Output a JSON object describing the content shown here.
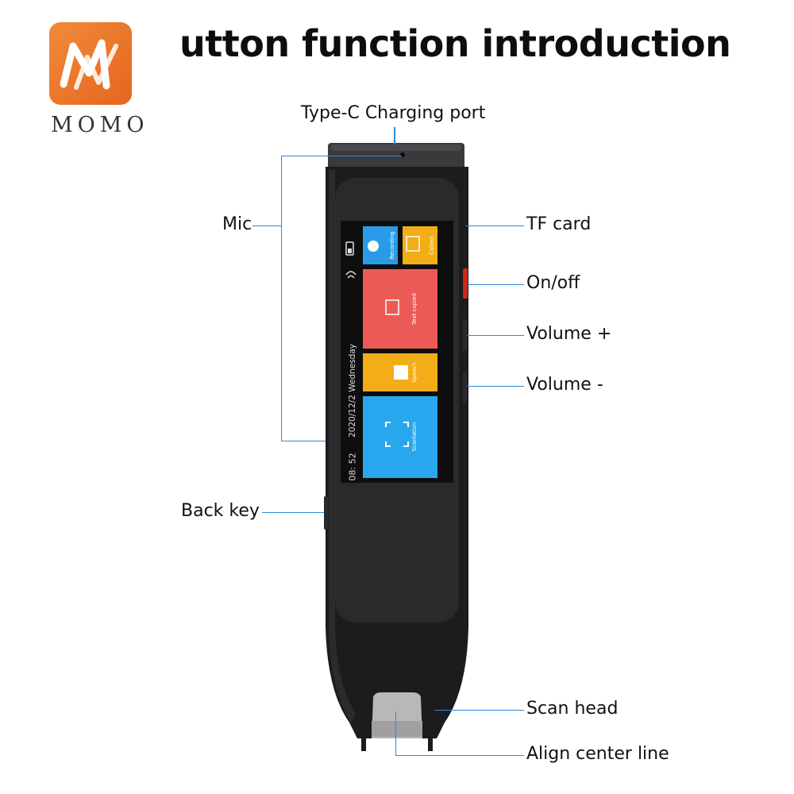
{
  "title": "utton function introduction",
  "logo": {
    "text": "MOMO",
    "accent": "#e96e22"
  },
  "labels": {
    "charging_port": "Type-C Charging port",
    "mic": "Mic",
    "tf_card": "TF card",
    "on_off": "On/off",
    "volume_plus": "Volume +",
    "volume_minus": "Volume -",
    "back_key": "Back key",
    "scan_head": "Scan head",
    "align_center_line": "Align center line"
  },
  "screen": {
    "time": "08: 52",
    "date": "2020/12/2 Wednesday",
    "tiles": {
      "recording": "Recording",
      "collect": "Collect",
      "text_copied": "Text copied",
      "speech": "Speech",
      "scanlation": "Scanlation"
    }
  },
  "colors": {
    "pen_body": "#1c1c1e",
    "screen_bg": "#0e0e0e",
    "tile_blue": "#2a9be8",
    "tile_yellow": "#f2ad17",
    "tile_red": "#ec5a56",
    "tile_cyan": "#29a7ee",
    "power_button": "#d0241c",
    "leader_line": "#2f8ad6"
  }
}
